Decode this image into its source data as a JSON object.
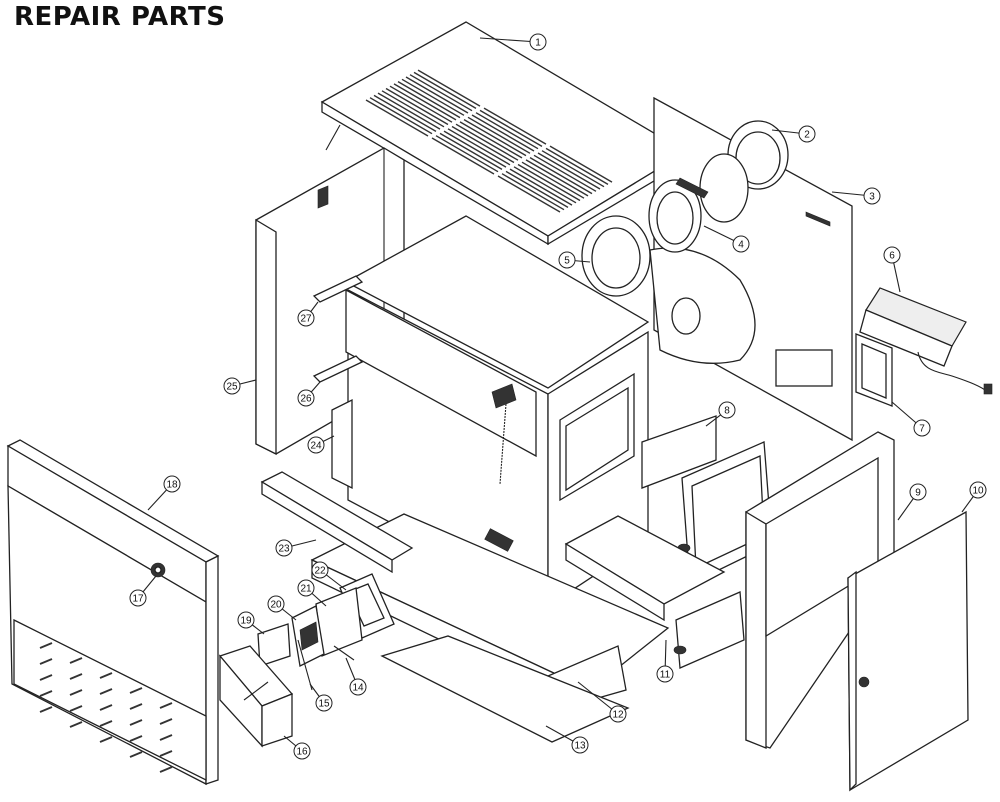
{
  "header": {
    "title": "REPAIR PARTS"
  },
  "callouts": [
    {
      "id": "1",
      "label": "1"
    },
    {
      "id": "2",
      "label": "2"
    },
    {
      "id": "3",
      "label": "3"
    },
    {
      "id": "4",
      "label": "4"
    },
    {
      "id": "5",
      "label": "5"
    },
    {
      "id": "6",
      "label": "6"
    },
    {
      "id": "7",
      "label": "7"
    },
    {
      "id": "8",
      "label": "8"
    },
    {
      "id": "9",
      "label": "9"
    },
    {
      "id": "10",
      "label": "10"
    },
    {
      "id": "11",
      "label": "11"
    },
    {
      "id": "12",
      "label": "12"
    },
    {
      "id": "13",
      "label": "13"
    },
    {
      "id": "14",
      "label": "14"
    },
    {
      "id": "15",
      "label": "15"
    },
    {
      "id": "16",
      "label": "16"
    },
    {
      "id": "17",
      "label": "17"
    },
    {
      "id": "18",
      "label": "18"
    },
    {
      "id": "19",
      "label": "19"
    },
    {
      "id": "20",
      "label": "20"
    },
    {
      "id": "21",
      "label": "21"
    },
    {
      "id": "22",
      "label": "22"
    },
    {
      "id": "23",
      "label": "23"
    },
    {
      "id": "24",
      "label": "24"
    },
    {
      "id": "25",
      "label": "25"
    },
    {
      "id": "26",
      "label": "26"
    },
    {
      "id": "27",
      "label": "27"
    }
  ]
}
